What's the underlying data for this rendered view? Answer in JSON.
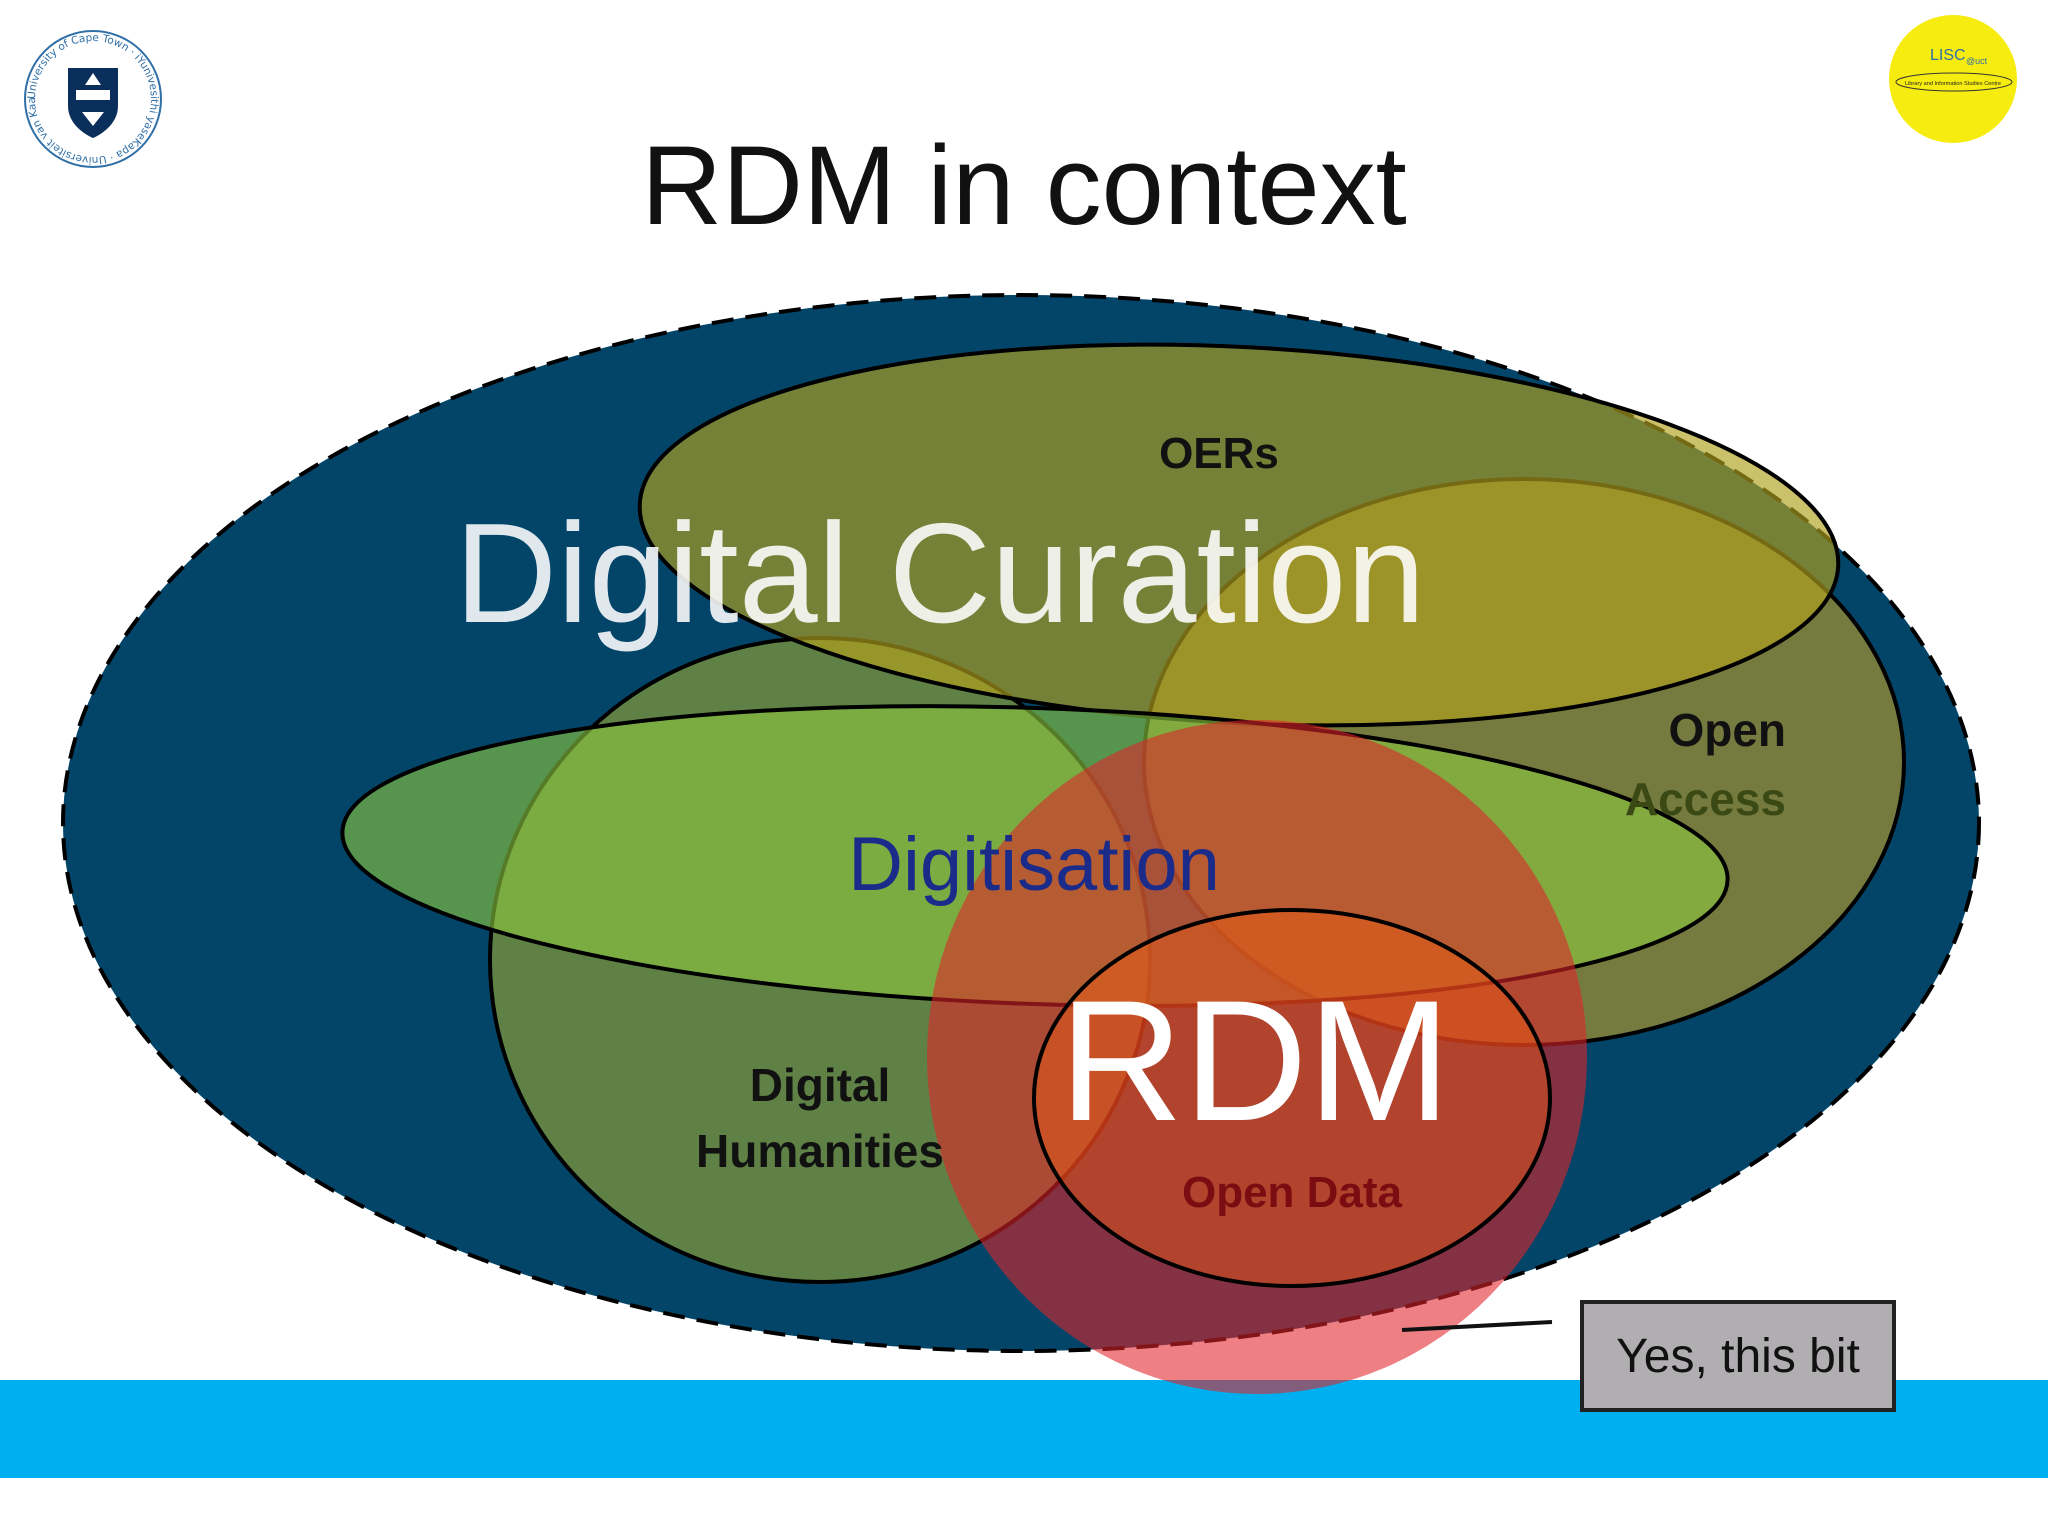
{
  "slide": {
    "title": "RDM in context",
    "callout_text": "Yes, this bit"
  },
  "diagram": {
    "labels": {
      "outer": "Digital Curation",
      "oers": "OERs",
      "open_access_line1": "Open",
      "open_access_line2": "Access",
      "digitisation": "Digitisation",
      "digital_humanities_line1": "Digital",
      "digital_humanities_line2": "Humanities",
      "rdm": "RDM",
      "open_data": "Open Data"
    },
    "colors": {
      "outer_fill": "#034569",
      "oers_fill": "#b1a11e",
      "open_access_fill": "#c8a220",
      "digitisation_fill": "#8bc63f",
      "digital_humanities_fill": "#9aa72e",
      "rdm_fill": "#e2222a",
      "open_data_fill": "#ec5b12",
      "blue_band": "#00afef"
    }
  },
  "logos": {
    "uct_ring_text": "University of Cape Town · iYunivesithi yaseKapa · Universiteit van Kaapstad ·",
    "lisc_text": "LISC",
    "lisc_at": "@uct",
    "lisc_subtitle": "Library and Information Studies Centre"
  }
}
